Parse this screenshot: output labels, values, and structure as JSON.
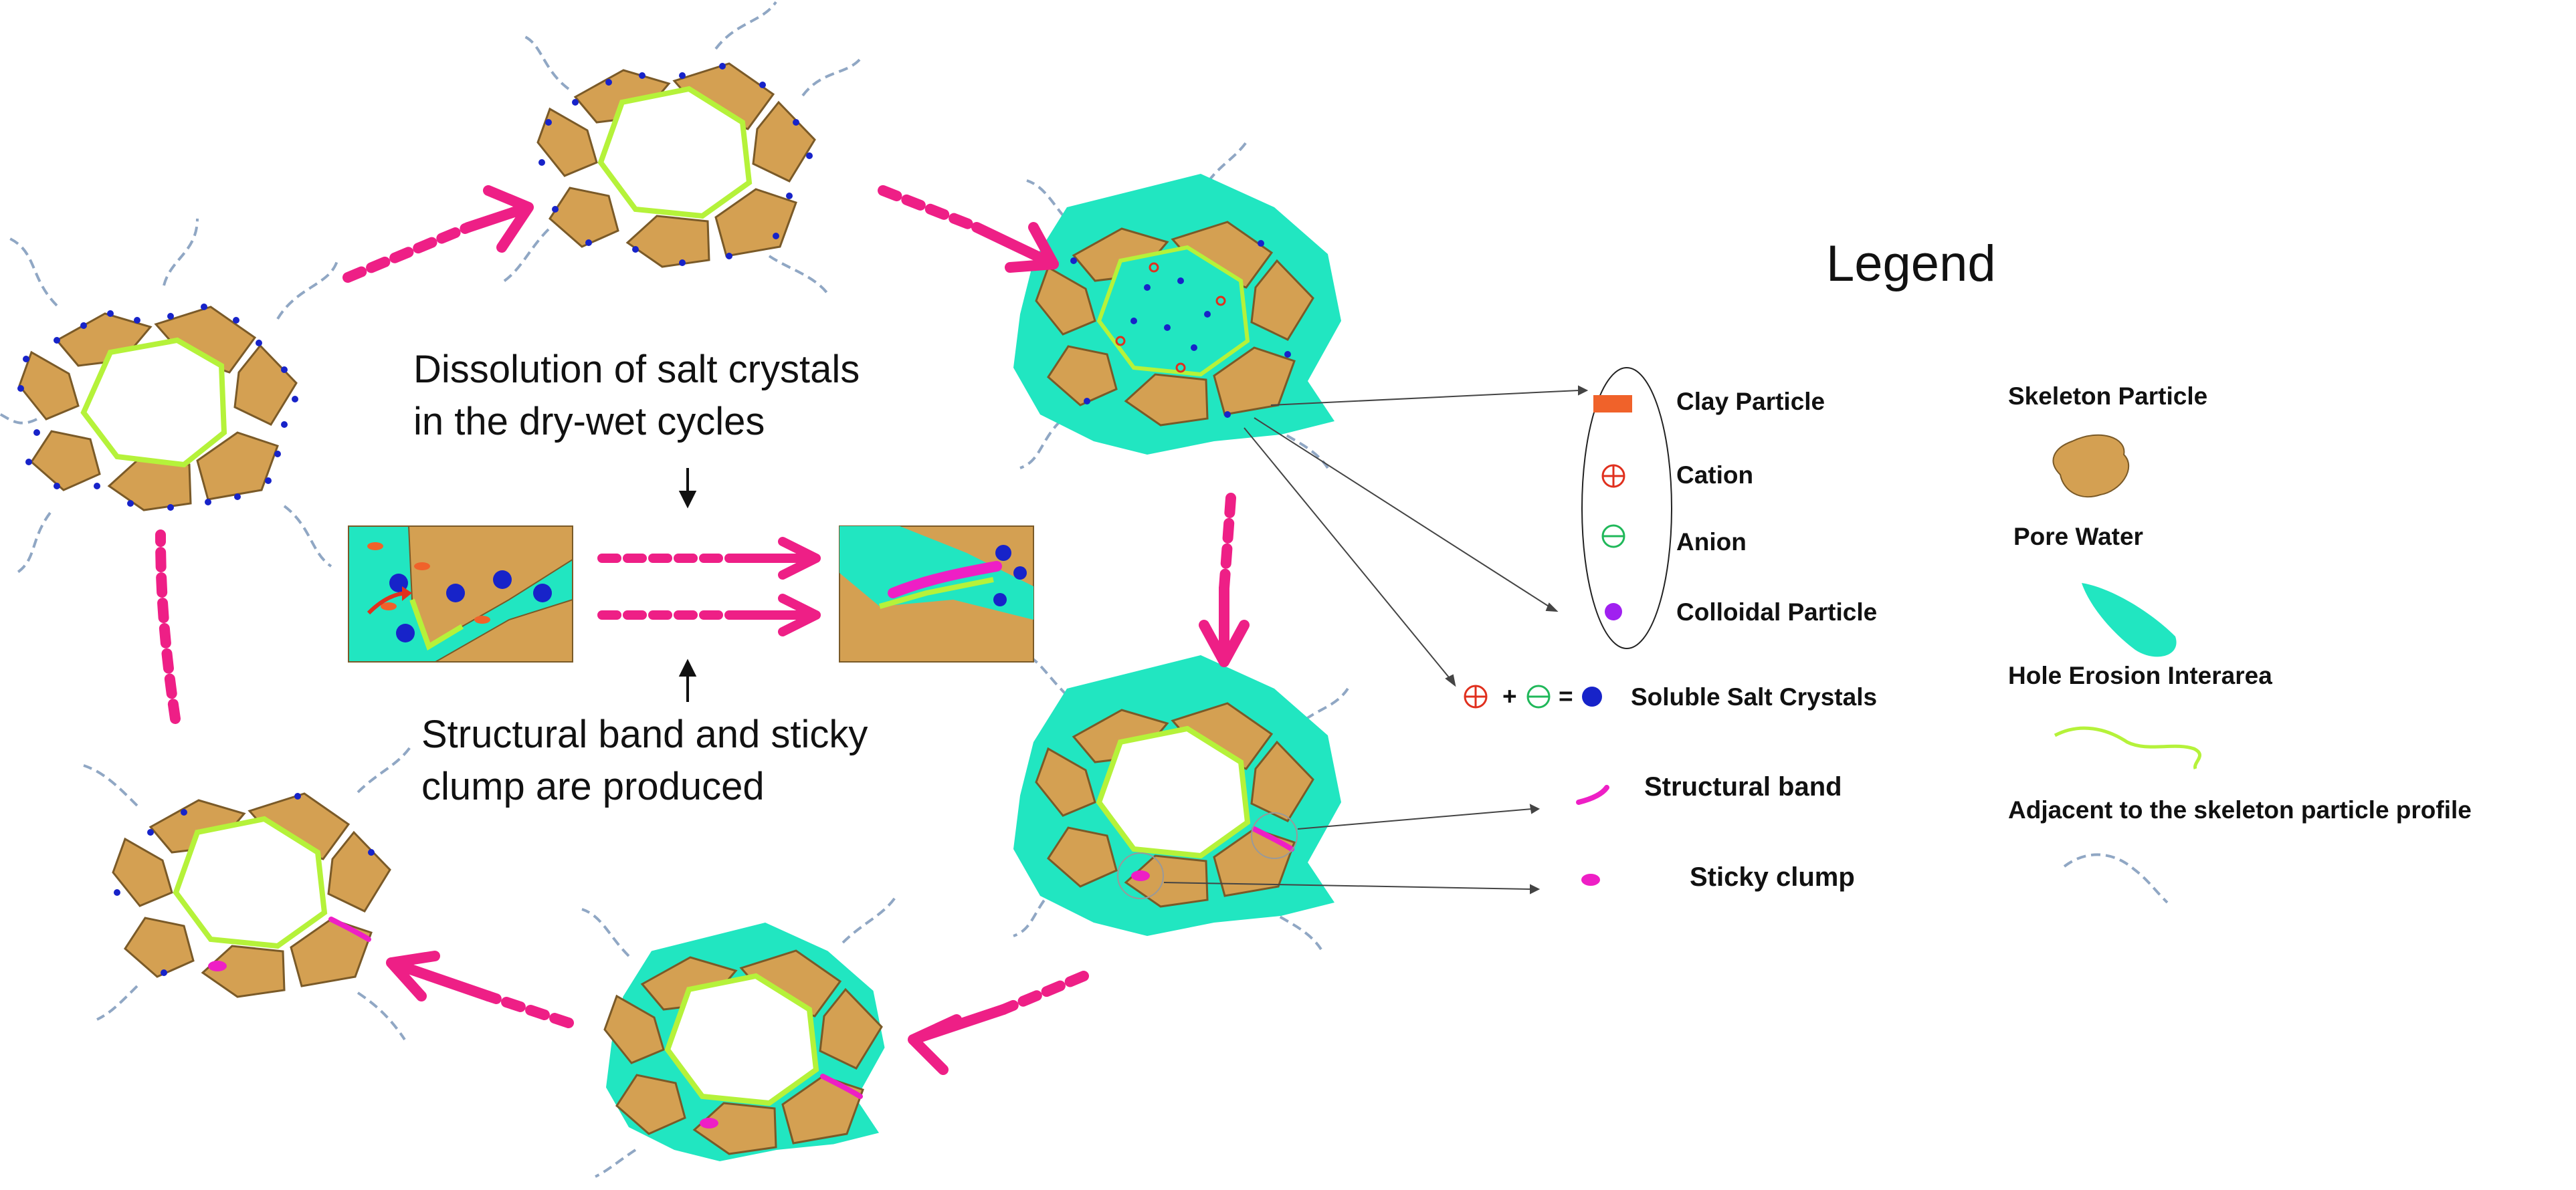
{
  "captions": {
    "dissolution_line1": "Dissolution of salt crystals",
    "dissolution_line2": "in the dry-wet cycles",
    "structural_line1": "Structural band and sticky",
    "structural_line2": "clump are produced"
  },
  "legend": {
    "title": "Legend",
    "clay_particle": "Clay Particle",
    "cation": "Cation",
    "anion": "Anion",
    "colloidal_particle": "Colloidal Particle",
    "equation_plus": "+",
    "equation_equals": "=",
    "soluble_salt_crystals": "Soluble Salt Crystals",
    "structural_band": "Structural band",
    "sticky_clump": "Sticky clump",
    "skeleton_particle": "Skeleton Particle",
    "pore_water": "Pore Water",
    "hole_erosion_interarea": "Hole Erosion Interarea",
    "adjacent_profile": "Adjacent to the skeleton particle profile"
  },
  "colors": {
    "skeleton": "#d4a052",
    "skeleton_edge": "#7a5a28",
    "pore_water": "#21e6c1",
    "hole_profile": "#b5f23a",
    "arrow": "#ee1f86",
    "salt": "#1723c9",
    "cation": "#e0301e",
    "anion": "#20b85a",
    "clay": "#f0622a",
    "colloid": "#a020f0",
    "band": "#ee1fc5",
    "crack": "#90a7c4"
  }
}
